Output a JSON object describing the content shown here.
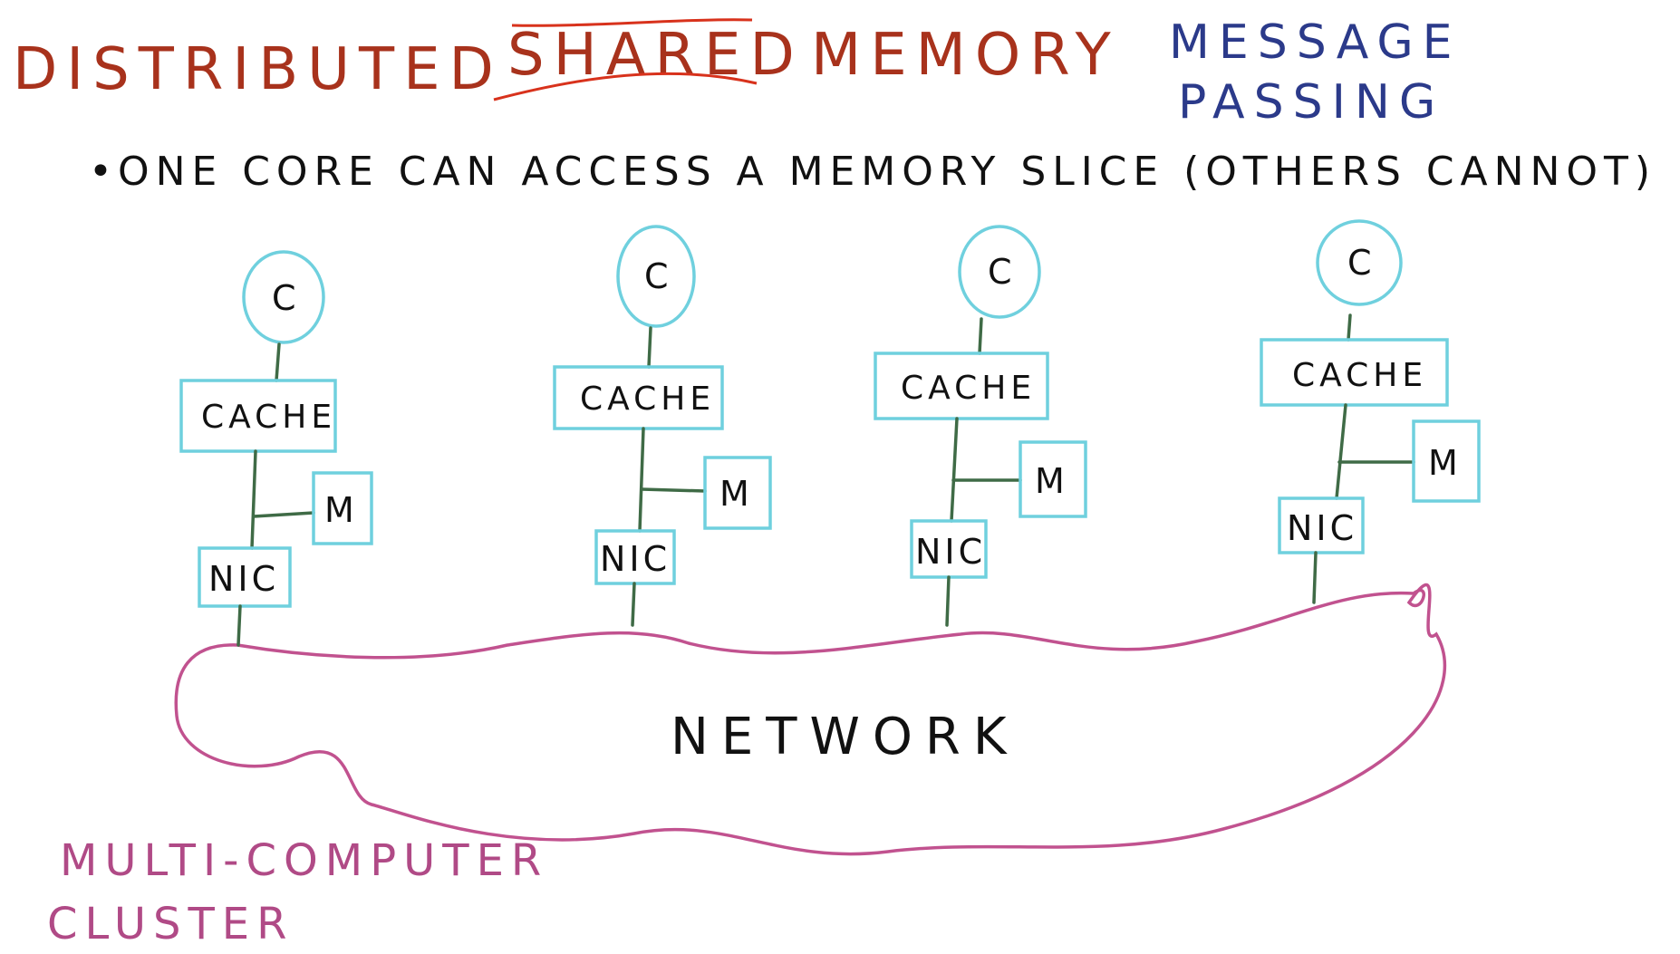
{
  "title": {
    "word1": "DISTRIBUTED",
    "word2_struck": "SHARED",
    "word3": "MEMORY"
  },
  "alt_title": {
    "line1": "MESSAGE",
    "line2": "PASSING"
  },
  "bullet": {
    "marker": "•",
    "text": "ONE CORE CAN ACCESS A MEMORY SLICE (OTHERS CANNOT)"
  },
  "nodes": [
    {
      "core": "C",
      "cache": "CACHE",
      "memory": "M",
      "nic": "NIC"
    },
    {
      "core": "C",
      "cache": "CACHE",
      "memory": "M",
      "nic": "NIC"
    },
    {
      "core": "C",
      "cache": "CACHE",
      "memory": "M",
      "nic": "NIC"
    },
    {
      "core": "C",
      "cache": "CACHE",
      "memory": "M",
      "nic": "NIC"
    }
  ],
  "network": {
    "label": "NETWORK"
  },
  "cluster": {
    "line1": "MULTI-COMPUTER",
    "line2": "CLUSTER"
  },
  "colors": {
    "title": "#a8321c",
    "message_passing": "#2b3a8a",
    "boxes": "#6fd0de",
    "wires": "#3f6b46",
    "network": "#c1528f"
  }
}
